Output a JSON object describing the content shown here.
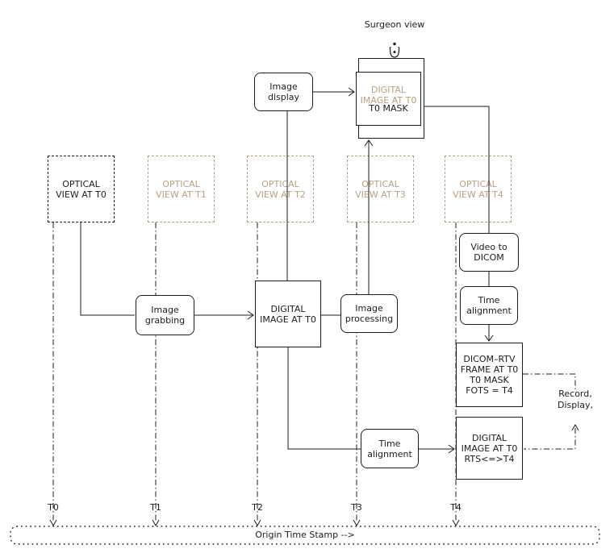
{
  "colors": {
    "ink": "#1c1c1c",
    "ghost_tan": "#b3a284"
  },
  "header": {
    "surgeon_view_label": "Surgeon view",
    "eye_icon": "eye-icon"
  },
  "boxes": {
    "optical_t0": {
      "label": "OPTICAL\nVIEW AT T0"
    },
    "optical_t1": {
      "label": "OPTICAL\nVIEW AT T1"
    },
    "optical_t2": {
      "label": "OPTICAL\nVIEW AT T2"
    },
    "optical_t3": {
      "label": "OPTICAL\nVIEW AT T3"
    },
    "optical_t4": {
      "label": "OPTICAL\nVIEW AT T4"
    },
    "image_display": {
      "label": "Image\ndisplay"
    },
    "image_grabbing": {
      "label": "Image\ngrabbing"
    },
    "digital_image_t0": {
      "label": "DIGITAL\nIMAGE AT T0"
    },
    "image_processing": {
      "label": "Image\nprocessing"
    },
    "video_to_dicom": {
      "label": "Video to\nDICOM"
    },
    "time_alignment_top": {
      "label": "Time\nalignment"
    },
    "time_alignment_bottom": {
      "label": "Time\nalignment"
    },
    "dicom_rtv_frame": {
      "label": "DICOM–RTV\nFRAME AT T0\nT0 MASK\nFOTS = T4"
    },
    "digital_image_rts": {
      "label": "DIGITAL\nIMAGE AT T0\nRTS<=>T4"
    },
    "surgeon_mask": {
      "ghost_label": "DIGITAL\nIMAGE AT T0",
      "mask_label": "T0 MASK"
    }
  },
  "annotations": {
    "record_display": "Record,\nDisplay,"
  },
  "timeline": {
    "ticks": [
      "T0",
      "T1",
      "T2",
      "T3",
      "T4"
    ],
    "origin_label": "Origin Time Stamp -->"
  }
}
